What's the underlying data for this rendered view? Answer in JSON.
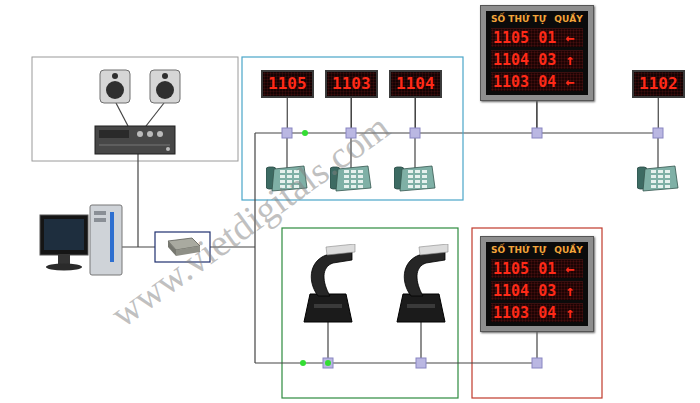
{
  "diagram": {
    "nodes": [
      {
        "text": [
          "SỐ THỨ TỰ",
          "QUẦY",
          "1105 01 ←",
          "1104 03 ↑",
          "1103 04 ←"
        ]
      },
      {
        "text": [
          "1105"
        ]
      },
      {
        "text": [
          "1103"
        ]
      },
      {
        "text": [
          "1104"
        ]
      },
      {
        "text": [
          "1102"
        ]
      },
      {
        "text": [
          "SỐ THỨ TỰ",
          "QUẦY",
          "1105 01 ←",
          "1104 03 ↑",
          "1103 04 ↑"
        ]
      }
    ],
    "edges": [
      {
        "from": 1,
        "to": 2,
        "arrow": "none"
      },
      {
        "from": 2,
        "to": 3,
        "arrow": "none"
      },
      {
        "from": 3,
        "to": 0,
        "arrow": "none"
      },
      {
        "from": 0,
        "to": 4,
        "arrow": "none"
      }
    ],
    "labels": [
      "www.vietdigitals.com"
    ]
  }
}
